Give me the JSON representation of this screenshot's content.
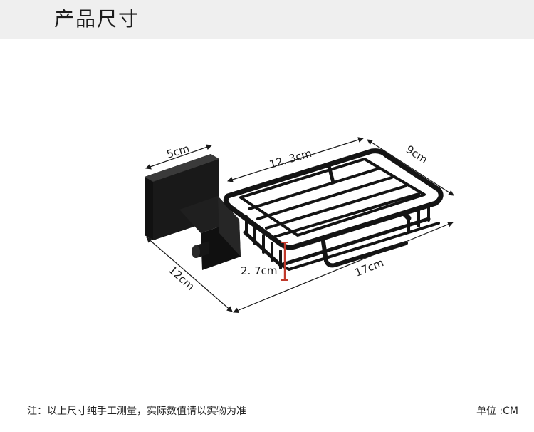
{
  "header": {
    "title": "产品尺寸"
  },
  "dimensions": {
    "mount_width": "5cm",
    "basket_length": "12. 3cm",
    "basket_depth": "9cm",
    "total_depth": "12cm",
    "basket_height": "2. 7cm",
    "total_length": "17cm"
  },
  "footer": {
    "note": "注：以上尺寸纯手工测量，实际数值请以实物为准",
    "unit": "单位 :CM"
  },
  "colors": {
    "product": "#141414",
    "height_marker": "#c0392b",
    "header_band": "#efefef"
  }
}
